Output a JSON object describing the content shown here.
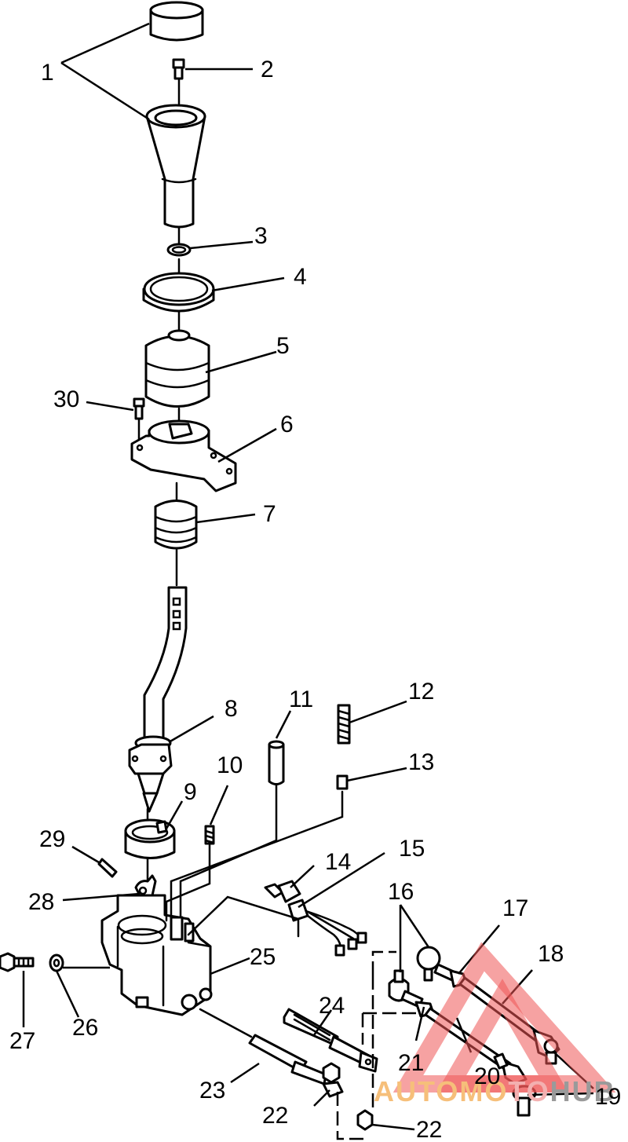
{
  "callouts": [
    "1",
    "2",
    "3",
    "4",
    "5",
    "30",
    "6",
    "7",
    "8",
    "11",
    "12",
    "10",
    "13",
    "9",
    "29",
    "14",
    "15",
    "28",
    "16",
    "17",
    "18",
    "25",
    "27",
    "26",
    "24",
    "21",
    "20",
    "23",
    "22",
    "19",
    "22"
  ],
  "watermark": {
    "text_left": "AUTOMO",
    "text_mid": "TO",
    "text_right": "HUB",
    "color_left": "#f6bf7a",
    "color_mid": "#f3b0b0",
    "color_right": "#9a9a9a",
    "logo_color": "#ee5555"
  }
}
